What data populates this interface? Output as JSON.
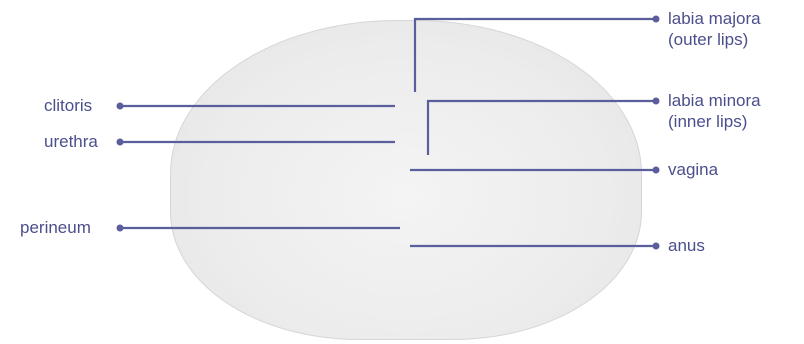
{
  "labels": {
    "labia_majora": {
      "line1": "labia majora",
      "line2": "(outer lips)"
    },
    "labia_minora": {
      "line1": "labia minora",
      "line2": "(inner lips)"
    },
    "clitoris": "clitoris",
    "urethra": "urethra",
    "vagina": "vagina",
    "perineum": "perineum",
    "anus": "anus"
  },
  "colors": {
    "label": "#4b4f8c",
    "leader": "#5a5e9c"
  }
}
